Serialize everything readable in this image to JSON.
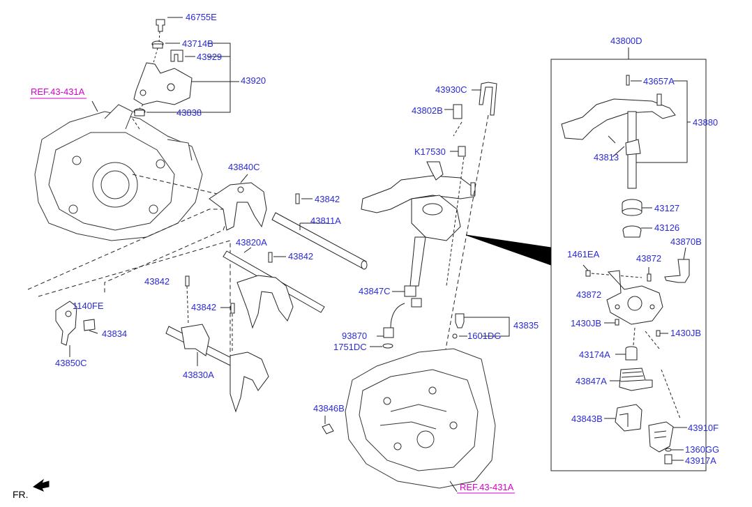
{
  "diagram": {
    "labels": {
      "p46755E": "46755E",
      "p43714B": "43714B",
      "p43929": "43929",
      "p43920": "43920",
      "p43838": "43838",
      "ref_top": "REF.43-431A",
      "p43840C": "43840C",
      "p43842_a": "43842",
      "p43811A": "43811A",
      "p43820A": "43820A",
      "p43842_b": "43842",
      "p43842_c": "43842",
      "p43842_d": "43842",
      "p1140FE": "1140FE",
      "p43834": "43834",
      "p43850C": "43850C",
      "p43830A": "43830A",
      "p43930C": "43930C",
      "p43802B": "43802B",
      "pK17530": "K17530",
      "p43847C": "43847C",
      "p93870": "93870",
      "p1751DC": "1751DC",
      "p1601DG": "1601DG",
      "p43835": "43835",
      "p43846B": "43846B",
      "ref_bottom": "REF.43-431A",
      "p43800D": "43800D",
      "p43657A": "43657A",
      "p43880": "43880",
      "p43813": "43813",
      "p43127": "43127",
      "p43126": "43126",
      "p1461EA": "1461EA",
      "p43872_a": "43872",
      "p43870B": "43870B",
      "p43872_b": "43872",
      "p1430JB_a": "1430JB",
      "p1430JB_b": "1430JB",
      "p43174A": "43174A",
      "p43847A": "43847A",
      "p43843B": "43843B",
      "p43910F": "43910F",
      "p1360GG": "1360GG",
      "p43917A": "43917A",
      "fr": "FR."
    }
  }
}
